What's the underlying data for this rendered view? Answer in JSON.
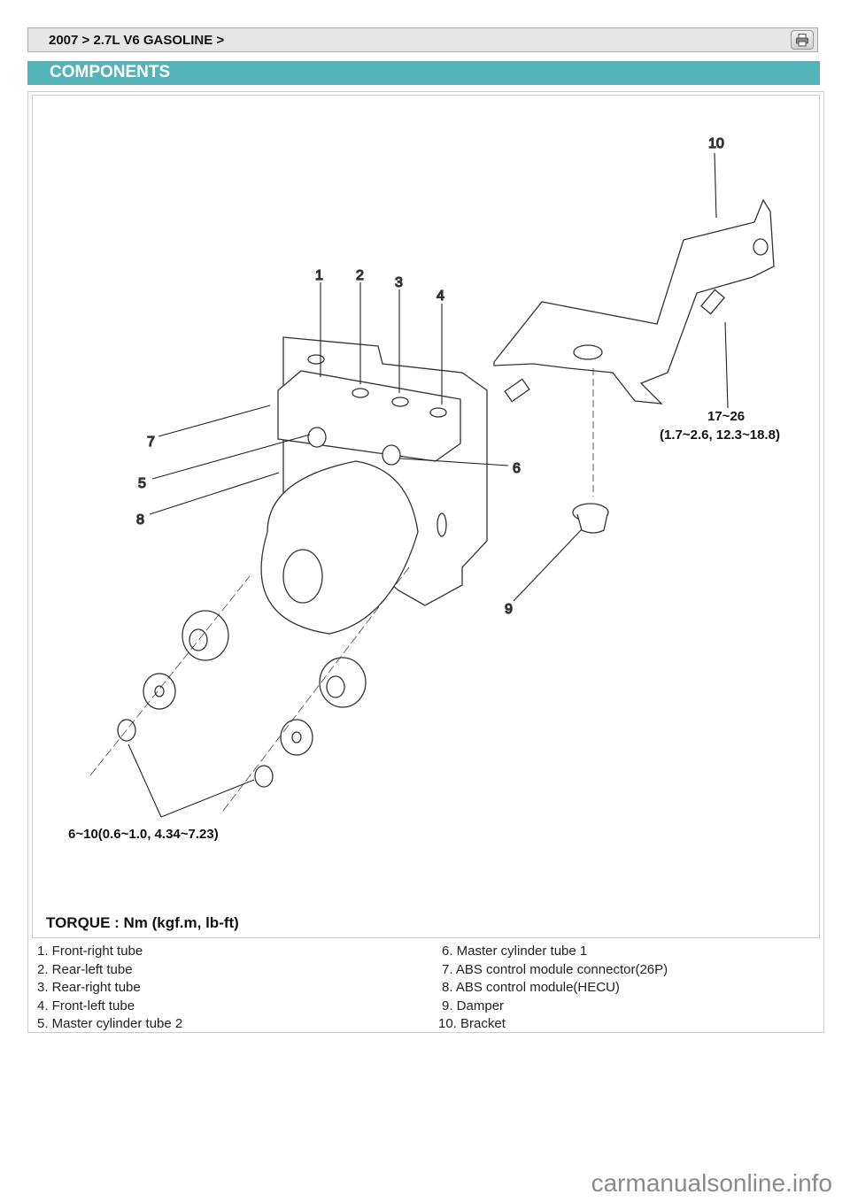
{
  "header": {
    "breadcrumb": "2007 > 2.7L  V6 GASOLINE >",
    "print_icon": "printer-icon"
  },
  "section": {
    "title": "COMPONENTS"
  },
  "diagram": {
    "callouts": {
      "c1": "1",
      "c2": "2",
      "c3": "3",
      "c4": "4",
      "c5": "5",
      "c6": "6",
      "c7": "7",
      "c8": "8",
      "c9": "9",
      "c10": "10"
    },
    "torque_bracket_1": "17~26",
    "torque_bracket_2": "(1.7~2.6, 12.3~18.8)",
    "torque_mount": "6~10(0.6~1.0, 4.34~7.23)",
    "torque_unit": "TORQUE : Nm (kgf.m, lb-ft)"
  },
  "legend": {
    "left": [
      "1. Front-right tube",
      "2. Rear-left tube",
      "3. Rear-right tube",
      "4. Front-left tube",
      "5. Master cylinder tube 2"
    ],
    "right": [
      "6. Master cylinder tube 1",
      "7. ABS control module connector(26P)",
      "8. ABS control module(HECU)",
      "9. Damper",
      "10. Bracket"
    ]
  },
  "watermark": "carmanualsonline.info"
}
